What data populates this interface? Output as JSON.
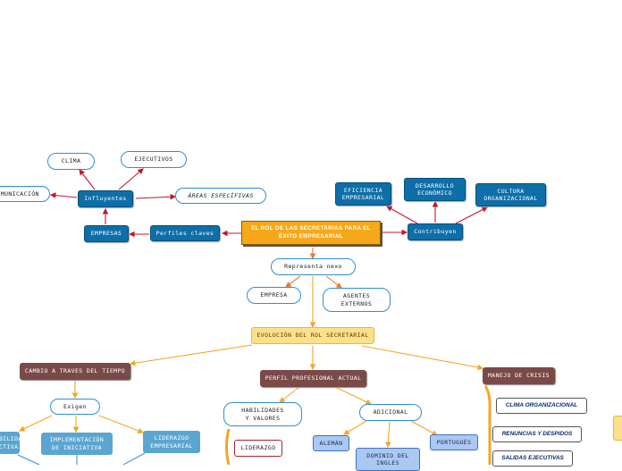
{
  "center": {
    "title": "EL ROL DE LAS SECRETARIAS PARA EL ÉXITO EMPRESARIAL"
  },
  "left_branch": {
    "perfiles": "Perfiles claves",
    "empresas": "EMPRESAS",
    "influyentes": "Influyentes",
    "clima": "CLIMA",
    "ejecutivos": "EJECUTIVOS",
    "comunicacion": "COMUNICACIÓN",
    "areas": "ÁREAS ESPECÍFIVAS"
  },
  "right_branch": {
    "contribuyen": "Contribuyen",
    "eficiencia": "EFICIENCIA\nEMPRESARIAL",
    "desarrollo": "DESARROLLO\nECONÓMICO",
    "cultura": "CULTURA\nORGANIZACIONAL"
  },
  "nexo": {
    "label": "Representa nexo",
    "empresa": "EMPRESA",
    "agentes": "AGENTES\nEXTERNOS"
  },
  "evolucion": {
    "label": "EVOLUCIÓN DEL ROL SECRETARIAL",
    "cambio": "CAMBIO A TRAVES DEL TIEMPO",
    "exigen": "Exigen",
    "adaptabilidad": "ADAPTABILIDAD\nPROACTIVA",
    "implementacion": "IMPLEMENTACIÓN\nDE INICIATIVA",
    "liderazgo_emp": "LIDERAZGO\nEMPRESARIAL",
    "perfil": "PERFIL PROFESIONAL ACTUAL",
    "habilidades": "HABILIDADES\nY VALORES",
    "liderazgo": "LIDERAZGO",
    "adicional": "ADICIONAL",
    "aleman": "ALEMÁN",
    "dominio": "DOMINIO DEL\nINGLES",
    "portugues": "PORTUGUÉS",
    "manejo": "MANEJO DE CRISIS",
    "clima_org": "CLIMA ORGANIZACIONAL",
    "renuncias": "RENUNCIAS Y DESPIDOS",
    "salidas": "SALIDAS EJECUTIVAS"
  },
  "colors": {
    "blue_node": "#0e6ea8",
    "center_node": "#f6a81a",
    "brown_node": "#7a4a48",
    "red_arrow": "#c0182c",
    "orange_arrow": "#f5a623"
  }
}
